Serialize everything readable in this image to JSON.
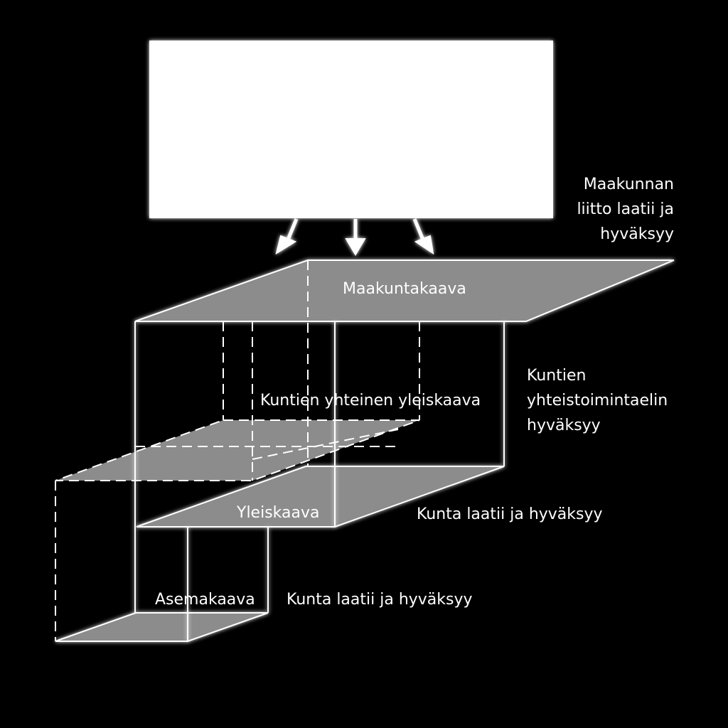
{
  "diagram": {
    "colors": {
      "background": "#000000",
      "plane_fill": "#8c8c8c",
      "line": "#ffffff",
      "box": "#ffffff"
    },
    "top_box_text": "",
    "planes": {
      "maakuntakaava": "Maakuntakaava",
      "yhteinen_yleiskaava": "Kuntien yhteinen yleiskaava",
      "yleiskaava": "Yleiskaava",
      "asemakaava": "Asemakaava"
    },
    "notes": {
      "maakunta": "Maakunnan\nliitto laatii ja\nhyväksyy",
      "yhteistoiminta": "Kuntien\nyhteistoimintaelin\nhyväksyy",
      "yleiskaava": "Kunta laatii ja hyväksyy",
      "asemakaava": "Kunta laatii ja hyväksyy"
    }
  }
}
